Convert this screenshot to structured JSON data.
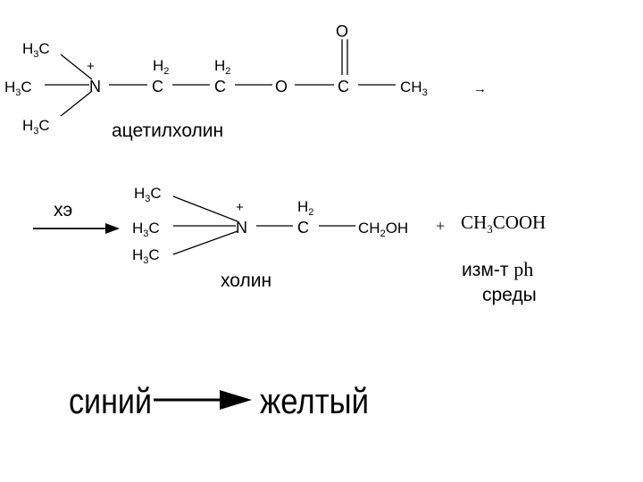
{
  "acetylcholine": {
    "ch3_top": "H3C",
    "ch3_mid": "H3C",
    "ch3_bot": "H3C",
    "charge": "+",
    "n": "N",
    "c1": "C",
    "h2_1": "H2",
    "c2": "C",
    "h2_2": "H2",
    "o_ester": "O",
    "c_carbonyl": "C",
    "o_carbonyl": "O",
    "ch3_end": "CH3",
    "name": "ацетилхолин",
    "arrow": "→"
  },
  "reaction": {
    "enzyme": "хэ",
    "plus": "+",
    "acid": "CH3COOH",
    "ph_line1_a": "изм-т ",
    "ph_line1_b": "ph",
    "ph_line2": "среды"
  },
  "choline": {
    "ch3_top": "H3C",
    "ch3_mid": "H3C",
    "ch3_bot": "H3C",
    "charge": "+",
    "n": "N",
    "h2": "H2",
    "c": "C",
    "ch2oh": "CH2OH",
    "name": "холин"
  },
  "color_change": {
    "from": "синий",
    "to": "желтый"
  }
}
